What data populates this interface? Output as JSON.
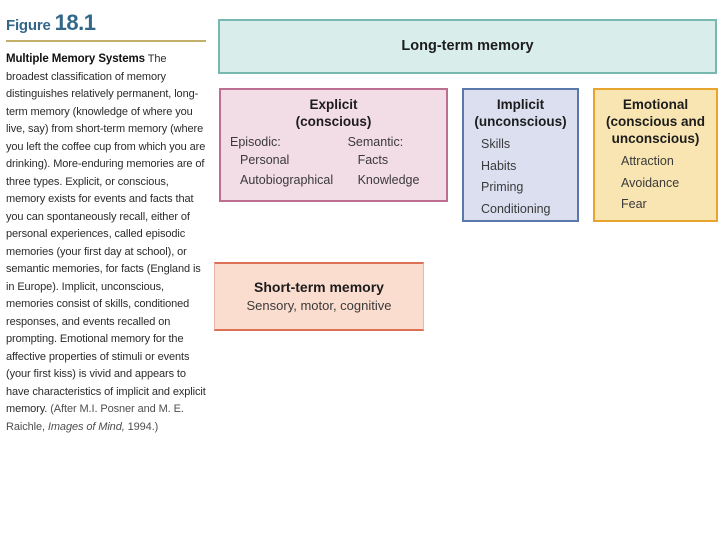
{
  "figure": {
    "label": "Figure",
    "number": "18.1"
  },
  "caption": {
    "lead_bold": "Multiple Memory Systems",
    "body": " The broadest classification of memory distinguishes relatively permanent, long-term memory (knowledge of where you live, say) from short-term memory (where you left the coffee cup from which you are drinking). More-enduring memories are of three types. Explicit, or conscious, memory exists for events and facts that you can spontaneously recall, either of personal experiences, called episodic memories (your first day at school), or semantic memories, for facts (England is in Europe). Implicit, unconscious, memories consist of skills, conditioned responses, and events recalled on prompting. Emotional memory for the affective properties of stimuli or events (your first kiss) is vivid and appears to have characteristics of implicit and explicit memory. ",
    "cite_prefix": "(After M.I. Posner and M. E. Raichle, ",
    "cite_italic": "Images of Mind,",
    "cite_tail": " 1994.)"
  },
  "diagram": {
    "long_term": {
      "title": "Long-term memory",
      "bg_color": "#d9edea",
      "border_color": "#79b8b1"
    },
    "explicit": {
      "title": "Explicit",
      "subtitle": "(conscious)",
      "bg_color": "#f2dce6",
      "border_color": "#bd6f91",
      "columns": [
        {
          "header": "Episodic:",
          "items": [
            "Personal",
            "Autobiographical"
          ]
        },
        {
          "header": "Semantic:",
          "items": [
            "Facts",
            "Knowledge"
          ]
        }
      ]
    },
    "implicit": {
      "title": "Implicit",
      "subtitle": "(unconscious)",
      "bg_color": "#dbdff0",
      "border_color": "#5a79ab",
      "items": [
        "Skills",
        "Habits",
        "Priming",
        "Conditioning"
      ]
    },
    "emotional": {
      "title": "Emotional",
      "subtitle": "(conscious and unconscious)",
      "bg_color": "#f8e5b2",
      "border_color": "#e7a42e",
      "items": [
        "Attraction",
        "Avoidance",
        "Fear"
      ]
    },
    "short_term": {
      "title": "Short-term memory",
      "subtitle": "Sensory, motor, cognitive",
      "bg_color": "#fbddcf",
      "border_color": "#dc7158"
    }
  }
}
